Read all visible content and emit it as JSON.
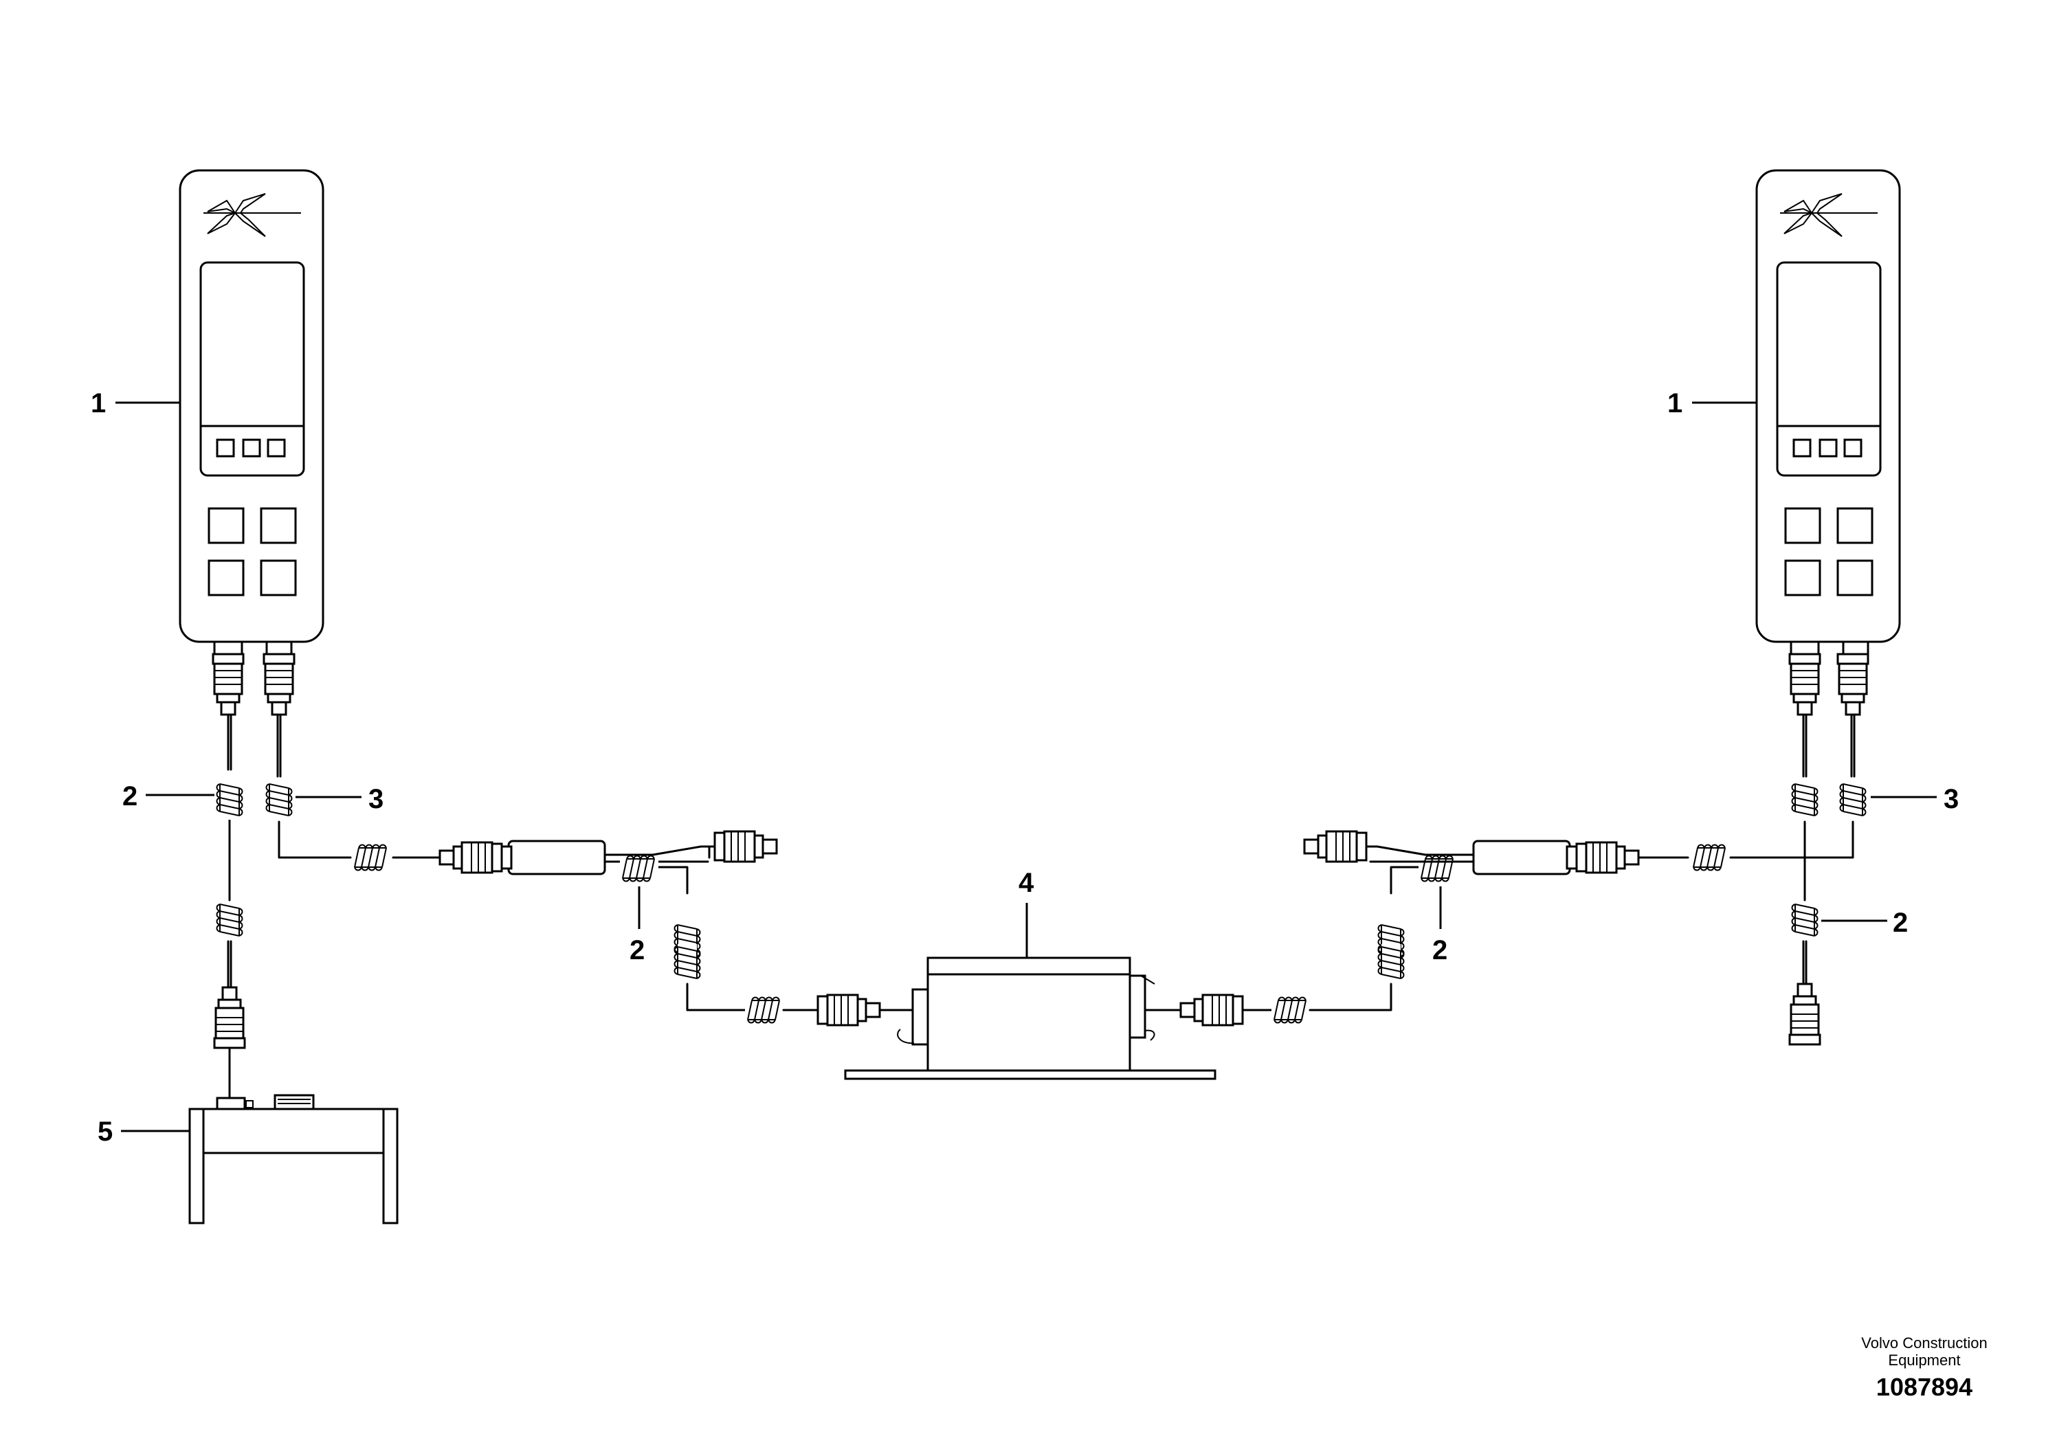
{
  "callouts": {
    "handset_left": "1",
    "handset_right": "1",
    "cable_left_upper": "2",
    "cable_left_mid": "2",
    "cable_right_mid": "2",
    "cable_right_lower": "2",
    "cable_left_coil": "3",
    "cable_right_coil": "3",
    "control_unit": "4",
    "base_unit": "5"
  },
  "footer": {
    "company": "Volvo Construction Equipment",
    "drawing_number": "1087894"
  }
}
